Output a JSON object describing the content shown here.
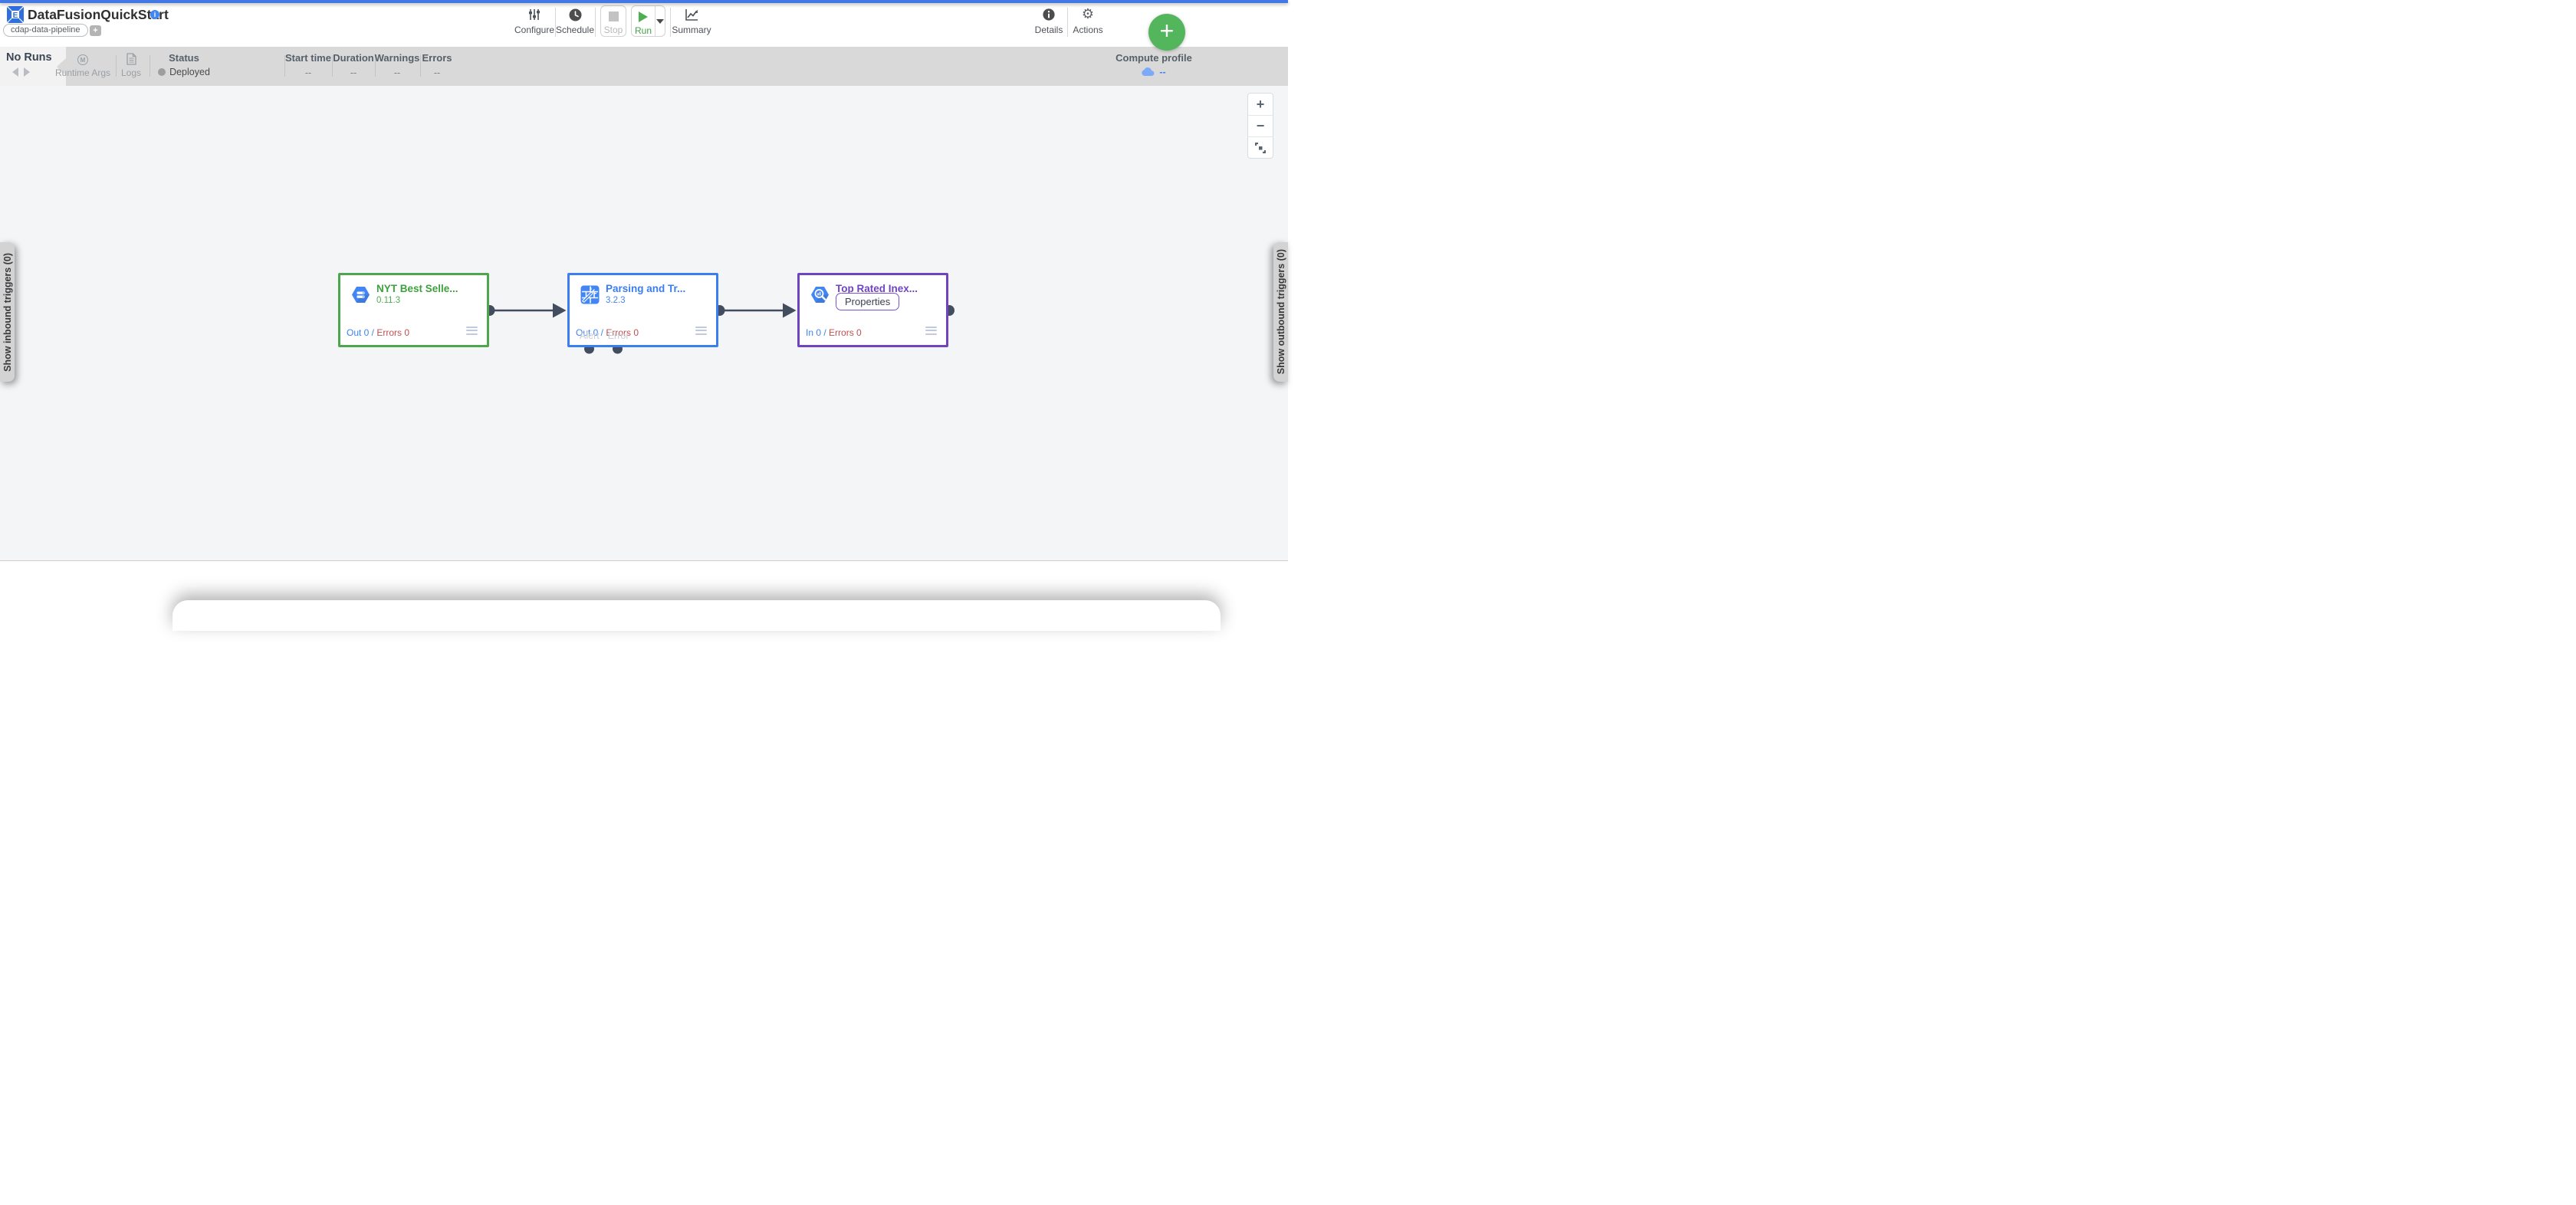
{
  "app": {
    "title": "DataFusionQuickStart",
    "engine_tag": "cdap-data-pipeline",
    "add_tag_label": "+",
    "info_glyph": "i"
  },
  "toolbar": {
    "configure": "Configure",
    "schedule": "Schedule",
    "stop": "Stop",
    "run": "Run",
    "summary": "Summary",
    "details": "Details",
    "actions": "Actions",
    "actions_gear_glyph": "⚙",
    "add_fab": "+"
  },
  "runs_bar": {
    "no_runs": "No Runs",
    "runtime_args": "Runtime Args",
    "runtime_args_icon_glyph": "M",
    "logs": "Logs",
    "status_label": "Status",
    "status_value": "Deployed",
    "columns": [
      {
        "label": "Start time",
        "value": "--"
      },
      {
        "label": "Duration",
        "value": "--"
      },
      {
        "label": "Warnings",
        "value": "--"
      },
      {
        "label": "Errors",
        "value": "--"
      }
    ],
    "compute_profile_label": "Compute profile",
    "compute_profile_value": "--"
  },
  "canvas": {
    "nodes": [
      {
        "title": "NYT Best Selle...",
        "version": "0.11.3",
        "metric_link": "Out 0 /",
        "metric_errors": "Errors 0",
        "accent": "#4ca64c"
      },
      {
        "title": "Parsing and Tr...",
        "version": "3.2.3",
        "metric_link": "Out 0 /",
        "metric_errors": "Errors 0",
        "accent": "#3b7ef0",
        "port_alert": "Alert",
        "port_error": "Error"
      },
      {
        "title": "Top Rated Inex...",
        "properties_button": "Properties",
        "metric_link": "In 0 /",
        "metric_errors": "Errors 0",
        "accent": "#7044c0"
      }
    ],
    "inbound_triggers_tab": "Show inbound triggers (0)",
    "outbound_triggers_tab": "Show outbound triggers (0)",
    "zoom_in": "+",
    "zoom_out": "−"
  },
  "colors": {
    "top_strip": "#4178e3",
    "brand_blue": "#4285f4",
    "run_green": "#43a047",
    "fab_green": "#54b65c",
    "node_green": "#4ca64c",
    "node_blue": "#3b7ef0",
    "node_purple": "#7044c0",
    "metric_blue": "#3d85f0",
    "metric_red": "#c05050",
    "connection_dark": "#424d60",
    "runs_bar_gray": "#d9d9d9",
    "cloud_blue": "#7baaf7"
  }
}
